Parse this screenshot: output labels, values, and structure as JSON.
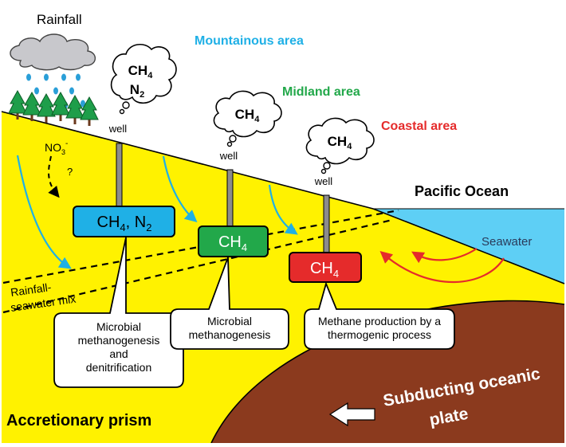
{
  "labels": {
    "rainfall": "Rainfall",
    "nitrate": "NO",
    "nitrate_sub": "3",
    "nitrate_sup": "-",
    "question": "?",
    "rainfall_seawater_mix_1": "Rainfall-",
    "rainfall_seawater_mix_2": "seawater mix",
    "pacific_ocean": "Pacific Ocean",
    "seawater": "Seawater",
    "accretionary_prism": "Accretionary prism",
    "subducting_1": "Subducting oceanic",
    "subducting_2": "plate"
  },
  "areas": {
    "mountainous": {
      "title": "Mountainous area",
      "color": "#1fb0e6",
      "well_label": "well",
      "cloud_line1": "CH",
      "cloud_line1_sub": "4",
      "cloud_line2": "N",
      "cloud_line2_sub": "2"
    },
    "midland": {
      "title": "Midland area",
      "color": "#22a84a",
      "well_label": "well",
      "cloud_line1": "CH",
      "cloud_line1_sub": "4"
    },
    "coastal": {
      "title": "Coastal area",
      "color": "#e52b2b",
      "well_label": "well",
      "cloud_line1": "CH",
      "cloud_line1_sub": "4"
    }
  },
  "boxes": {
    "mountainous": {
      "text": "CH",
      "sub": "4",
      "rest": ", N",
      "rest_sub": "2",
      "fill": "#1fb0e6"
    },
    "midland": {
      "text": "CH",
      "sub": "4",
      "fill": "#22a84a"
    },
    "coastal": {
      "text": "CH",
      "sub": "4",
      "fill": "#e52b2b"
    }
  },
  "callouts": {
    "mountainous": [
      "Microbial",
      "methanogenesis",
      "and",
      "denitrification"
    ],
    "midland": [
      "Microbial",
      "methanogenesis"
    ],
    "coastal": [
      "Methane production by a",
      "thermogenic process"
    ]
  },
  "colors": {
    "prism": "#fff200",
    "ocean": "#5ecff5",
    "plate": "#8b3a1e",
    "cloud": "#c8c8cc",
    "raindrop": "#2a9fd8",
    "flow_arrow": "#1fb0e6",
    "seawater_arrow": "#e52b2b"
  }
}
